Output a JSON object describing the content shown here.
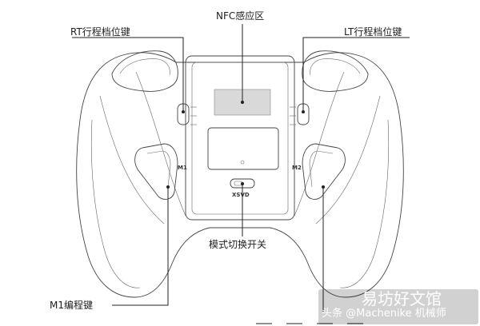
{
  "labels": {
    "nfc": "NFC感应区",
    "rt": "RT行程档位键",
    "lt": "LT行程档位键",
    "mode": "模式切换开关",
    "m1": "M1编程键",
    "m1_mark": "M1",
    "m2_mark": "M2",
    "switch_mark": "XSVD"
  },
  "watermark": {
    "line1": "头条 @Machenike 机械师",
    "line2": "易坊好文馆"
  },
  "colors": {
    "nfc_zone": "#d9d9d9",
    "outline": "#444444",
    "leader": "#222222"
  }
}
